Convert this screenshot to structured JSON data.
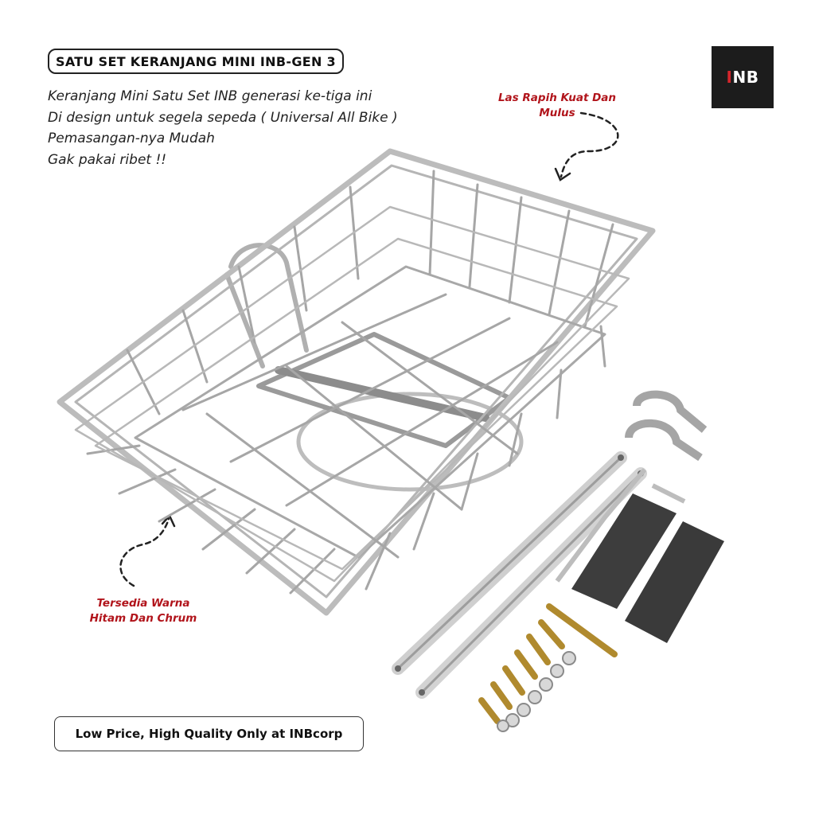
{
  "header": {
    "title": "SATU SET KERANJANG MINI INB-GEN 3"
  },
  "description": {
    "lines": [
      "Keranjang Mini Satu Set INB generasi ke-tiga ini",
      "Di design untuk segela sepeda ( Universal All Bike )",
      "Pemasangan-nya Mudah",
      "Gak pakai ribet !!"
    ]
  },
  "logo": {
    "text_accent": "I",
    "text_rest": "NB",
    "background_color": "#1c1c1c",
    "accent_color": "#d4252c"
  },
  "annotations": {
    "top_right": [
      "Las Rapih Kuat Dan",
      "Mulus"
    ],
    "bottom_left": [
      "Tersedia Warna",
      "Hitam Dan Chrum"
    ],
    "color": "#b1141b"
  },
  "footer": {
    "tagline": "Low Price, High Quality Only at INBcorp"
  },
  "icons": {
    "top_arrow": "dashed-curved-arrow-icon",
    "bottom_arrow": "dashed-curved-arrow-icon"
  }
}
